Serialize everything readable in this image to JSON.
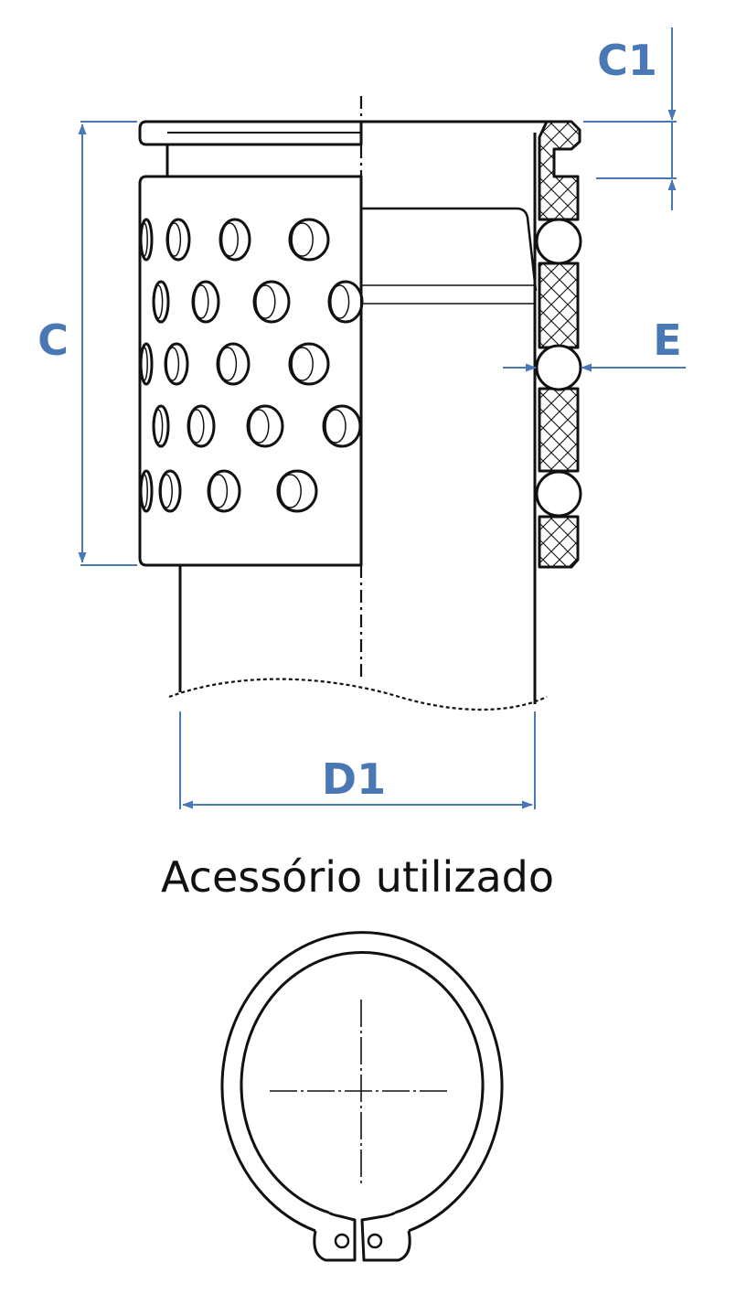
{
  "labels": {
    "c1": "C1",
    "c": "C",
    "e": "E",
    "d1": "D1",
    "caption": "Acessório utilizado"
  },
  "colors": {
    "dimension": "#4a78b5",
    "line": "#111111",
    "background": "#ffffff"
  }
}
